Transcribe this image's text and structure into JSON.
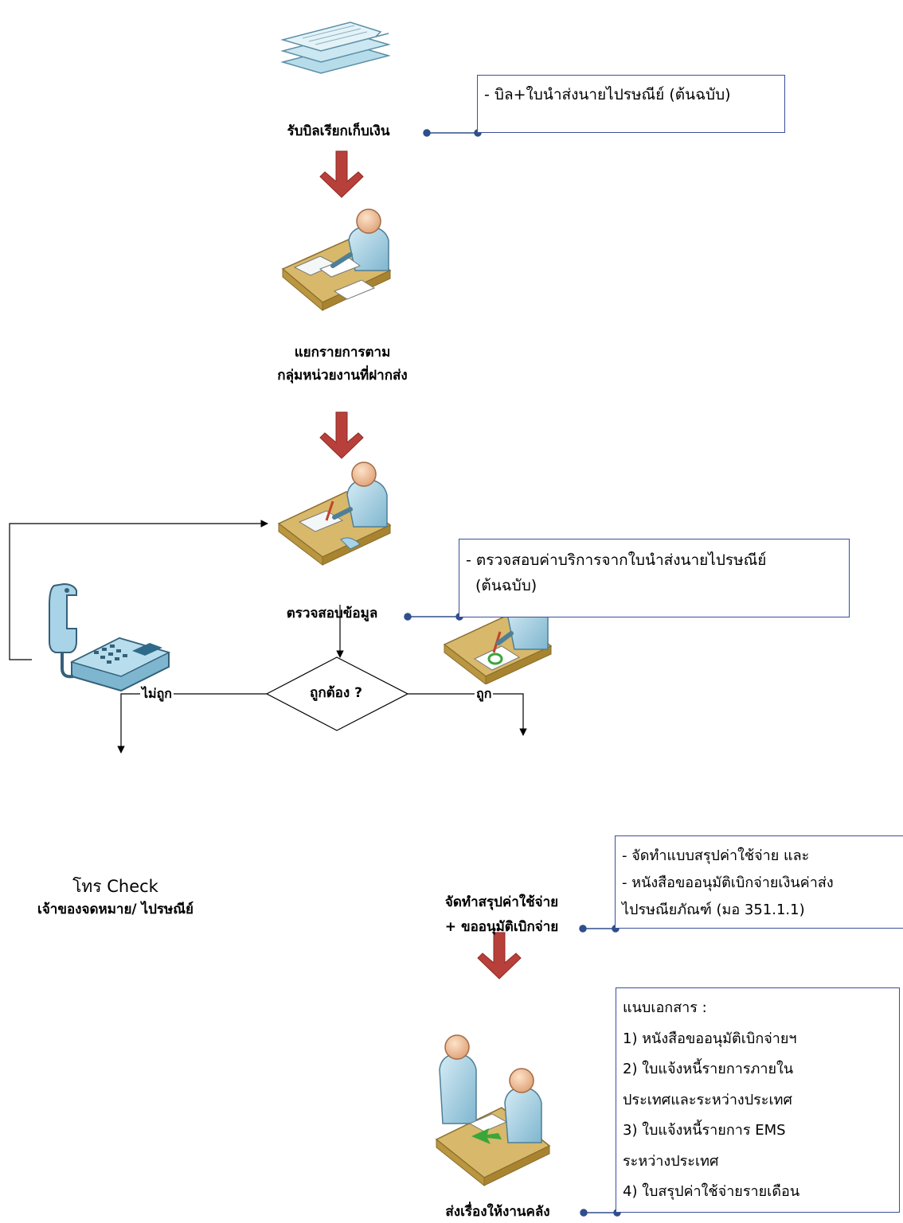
{
  "steps": {
    "receive_bill": "รับบิลเรียกเก็บเงิน",
    "separate_line1": "แยกรายการตาม",
    "separate_line2": "กลุ่มหน่วยงานที่ฝากส่ง",
    "verify": "ตรวจสอบข้อมูล",
    "decision": "ถูกต้อง ?",
    "call_line1": "โทร Check",
    "call_line2": "เจ้าของจดหมาย/ ไปรษณีย์",
    "summary_line1": "จัดทำสรุปค่าใช้จ่าย",
    "summary_line2": "+ ขออนุมัติเบิกจ่าย",
    "send": "ส่งเรื่องให้งานคลัง"
  },
  "branches": {
    "no": "ไม่ถูก",
    "yes": "ถูก"
  },
  "notes": {
    "receive": [
      "- บิล+ใบนำส่งนายไปรษณีย์ (ต้นฉบับ)"
    ],
    "verify": [
      "- ตรวจสอบค่าบริการจากใบนำส่งนายไปรษณีย์",
      "(ต้นฉบับ)"
    ],
    "summary": [
      "- จัดทำแบบสรุปค่าใช้จ่าย และ",
      "- หนังสือขออนุมัติเบิกจ่ายเงินค่าส่ง",
      " ไปรษณียภัณฑ์ (มอ 351.1.1)"
    ],
    "attachments": [
      "แนบเอกสาร :",
      "1) หนังสือขออนุมัติเบิกจ่ายฯ",
      "2) ใบแจ้งหนี้รายการภายใน",
      "ประเทศและระหว่างประเทศ",
      "3) ใบแจ้งหนี้รายการ EMS",
      "ระหว่างประเทศ",
      "4) ใบสรุปค่าใช้จ่ายรายเดือน"
    ]
  },
  "colors": {
    "arrow_red": "#b8403a",
    "connector_blue": "#2f4e8c",
    "note_border": "#3a4f9a",
    "person_blue": "#a9d3e6",
    "desk": "#d8b86a"
  },
  "icons": [
    "documents-icon",
    "person-desk-icon",
    "person-writing-icon",
    "telephone-icon",
    "person-approve-icon",
    "handover-icon"
  ]
}
